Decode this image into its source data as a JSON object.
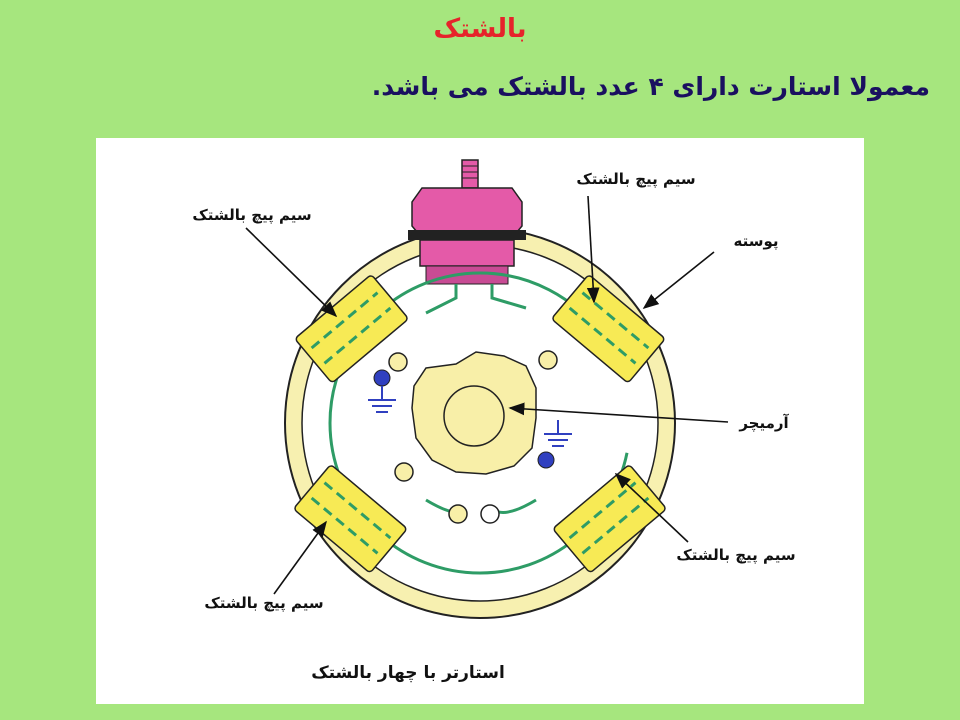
{
  "slide": {
    "title": "بالشتک",
    "subtitle": "معمولا استارت دارای ۴ عدد بالشتک می باشد."
  },
  "diagram": {
    "labels": {
      "coil_top_left": "سیم پیچ بالشتک",
      "coil_top_right": "سیم پیچ بالشتک",
      "housing": "پوسته",
      "armature": "آرمیچر",
      "coil_bottom_right": "سیم پیچ بالشتک",
      "coil_bottom_left": "سیم پیچ بالشتک"
    },
    "caption": "استارتر با چهار بالشتک"
  },
  "colors": {
    "housing_ring": "#f7f0b0",
    "pole_shoe": "#f7ea55",
    "winding": "#2e9c66",
    "terminal": "#e45aa8",
    "armature": "#f8efa8",
    "brush": "#3040c0"
  }
}
